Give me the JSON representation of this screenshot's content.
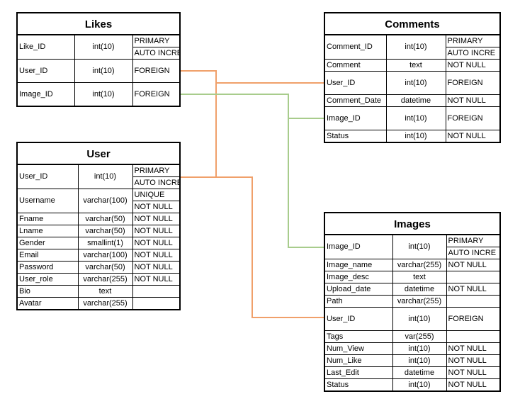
{
  "colors": {
    "relation_user": "#f0a06a",
    "relation_image": "#a8cc8c",
    "border": "#000000"
  },
  "entities": [
    {
      "id": "likes",
      "title": "Likes",
      "fields": [
        {
          "name": "Like_ID",
          "type": "int(10)",
          "constraints": [
            "PRIMARY",
            "AUTO INCRE"
          ]
        },
        {
          "name": "User_ID",
          "type": "int(10)",
          "constraints": [
            "FOREIGN"
          ]
        },
        {
          "name": "Image_ID",
          "type": "int(10)",
          "constraints": [
            "FOREIGN"
          ]
        }
      ]
    },
    {
      "id": "comments",
      "title": "Comments",
      "fields": [
        {
          "name": "Comment_ID",
          "type": "int(10)",
          "constraints": [
            "PRIMARY",
            "AUTO INCRE"
          ]
        },
        {
          "name": "Comment",
          "type": "text",
          "constraints": [
            "NOT NULL"
          ]
        },
        {
          "name": "User_ID",
          "type": "int(10)",
          "constraints": [
            "FOREIGN"
          ]
        },
        {
          "name": "Comment_Date",
          "type": "datetime",
          "constraints": [
            "NOT NULL"
          ]
        },
        {
          "name": "Image_ID",
          "type": "int(10)",
          "constraints": [
            "FOREIGN"
          ]
        },
        {
          "name": "Status",
          "type": "int(10)",
          "constraints": [
            "NOT NULL"
          ]
        }
      ]
    },
    {
      "id": "user",
      "title": "User",
      "fields": [
        {
          "name": "User_ID",
          "type": "int(10)",
          "constraints": [
            "PRIMARY",
            "AUTO INCRE"
          ]
        },
        {
          "name": "Username",
          "type": "varchar(100)",
          "constraints": [
            "UNIQUE",
            "NOT NULL"
          ]
        },
        {
          "name": "Fname",
          "type": "varchar(50)",
          "constraints": [
            "NOT NULL"
          ]
        },
        {
          "name": "Lname",
          "type": "varchar(50)",
          "constraints": [
            "NOT NULL"
          ]
        },
        {
          "name": "Gender",
          "type": "smallint(1)",
          "constraints": [
            "NOT NULL"
          ]
        },
        {
          "name": "Email",
          "type": "varchar(100)",
          "constraints": [
            "NOT NULL"
          ]
        },
        {
          "name": "Password",
          "type": "varchar(50)",
          "constraints": [
            "NOT NULL"
          ]
        },
        {
          "name": "User_role",
          "type": "varchar(255)",
          "constraints": [
            "NOT NULL"
          ]
        },
        {
          "name": "Bio",
          "type": "text",
          "constraints": [
            ""
          ]
        },
        {
          "name": "Avatar",
          "type": "varchar(255)",
          "constraints": [
            ""
          ]
        }
      ]
    },
    {
      "id": "images",
      "title": "Images",
      "fields": [
        {
          "name": "Image_ID",
          "type": "int(10)",
          "constraints": [
            "PRIMARY",
            "AUTO INCRE"
          ]
        },
        {
          "name": "Image_name",
          "type": "varchar(255)",
          "constraints": [
            "NOT NULL"
          ]
        },
        {
          "name": "Image_desc",
          "type": "text",
          "constraints": [
            ""
          ]
        },
        {
          "name": "Upload_date",
          "type": "datetime",
          "constraints": [
            "NOT NULL"
          ]
        },
        {
          "name": "Path",
          "type": "varchar(255)",
          "constraints": [
            ""
          ]
        },
        {
          "name": "User_ID",
          "type": "int(10)",
          "constraints": [
            "FOREIGN"
          ],
          "tall": true
        },
        {
          "name": "Tags",
          "type": "var(255)",
          "constraints": [
            ""
          ]
        },
        {
          "name": "Num_View",
          "type": "int(10)",
          "constraints": [
            "NOT NULL"
          ]
        },
        {
          "name": "Num_Like",
          "type": "int(10)",
          "constraints": [
            "NOT NULL"
          ]
        },
        {
          "name": "Last_Edit",
          "type": "datetime",
          "constraints": [
            "NOT NULL"
          ]
        },
        {
          "name": "Status",
          "type": "int(10)",
          "constraints": [
            "NOT NULL"
          ]
        }
      ]
    }
  ],
  "relationships": [
    {
      "from": "likes.User_ID",
      "to": "user.User_ID",
      "color": "relation_user"
    },
    {
      "from": "comments.User_ID",
      "to": "user.User_ID",
      "color": "relation_user"
    },
    {
      "from": "images.User_ID",
      "to": "user.User_ID",
      "color": "relation_user"
    },
    {
      "from": "likes.Image_ID",
      "to": "images.Image_ID",
      "color": "relation_image"
    },
    {
      "from": "comments.Image_ID",
      "to": "images.Image_ID",
      "color": "relation_image"
    }
  ]
}
